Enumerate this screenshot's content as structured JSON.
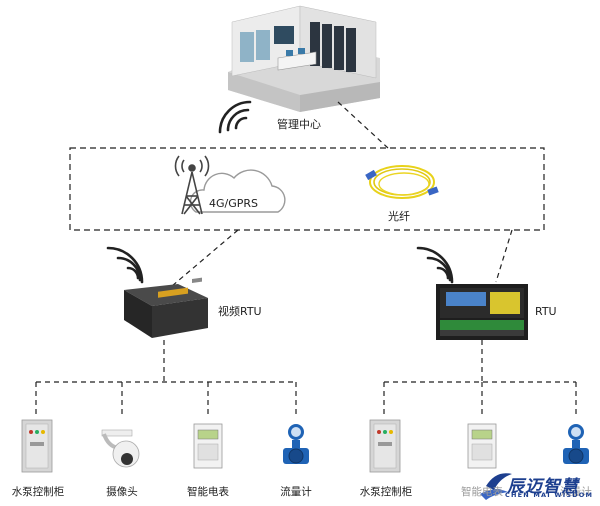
{
  "labels": {
    "management_center": "管理中心",
    "network_4g": "4G/GPRS",
    "fiber": "光纤",
    "video_rtu": "视频RTU",
    "rtu": "RTU"
  },
  "devices_left": [
    "水泵控制柜",
    "摄像头",
    "智能电表",
    "流量计"
  ],
  "devices_right": [
    "水泵控制柜",
    "智能电表",
    "流量计"
  ],
  "logo": {
    "name_cn": "辰迈智慧",
    "name_en": "CHEN MAI WISDOM"
  },
  "colors": {
    "line": "#222222",
    "fiber": "#e8d21a",
    "fiber_connector": "#3a66c4",
    "device_body": "#2a2a2a",
    "flow_meter_blue": "#1f63b5",
    "logo_blue": "#1d3f8f"
  }
}
